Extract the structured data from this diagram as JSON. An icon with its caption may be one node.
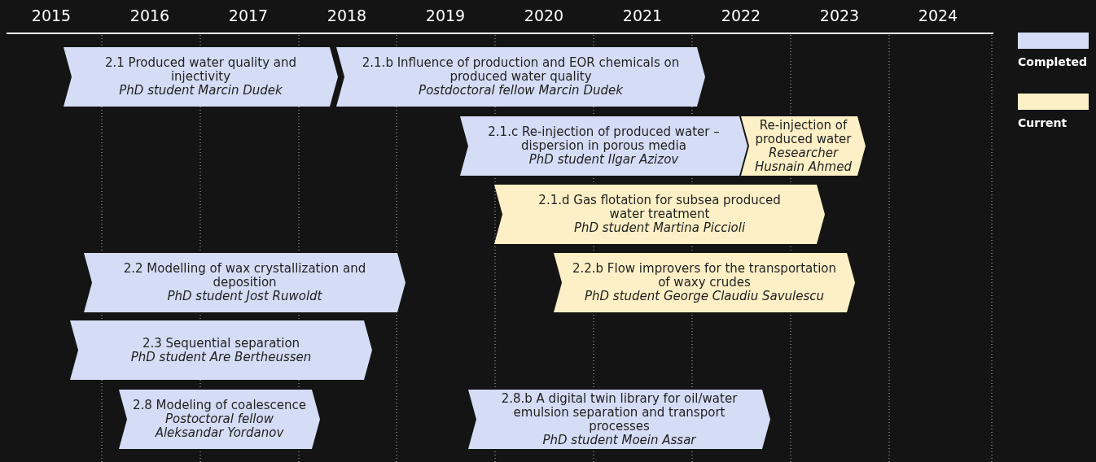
{
  "diagram": {
    "nodes": [
      {
        "text": [
          "2.1 Produced water quality and injectivity",
          "PhD student Marcin Dudek"
        ]
      },
      {
        "text": [
          "2.1.b Influence of production and EOR chemicals on produced water quality",
          "Postdoctoral fellow Marcin Dudek"
        ]
      },
      {
        "text": [
          "2.1.c Re-injection of produced water – dispersion in porous media",
          "PhD student Ilgar Azizov"
        ]
      },
      {
        "text": [
          "Re-injection of produced water",
          "Researcher Husnain Ahmed"
        ]
      },
      {
        "text": [
          "2.1.d Gas flotation for subsea produced water treatment",
          "PhD student Martina Piccioli"
        ]
      },
      {
        "text": [
          "2.2 Modelling of wax crystallization and deposition",
          "PhD student Jost Ruwoldt"
        ]
      },
      {
        "text": [
          "2.2.b Flow improvers for the transportation of waxy crudes",
          "PhD student George Claudiu Savulescu"
        ]
      },
      {
        "text": [
          "2.3 Sequential separation",
          "PhD student Are Bertheussen"
        ]
      },
      {
        "text": [
          "2.8 Modeling of coalescence",
          "Postoctoral fellow Aleksandar Yordanov"
        ]
      },
      {
        "text": [
          "2.8.b A digital twin library for oil/water emulsion separation and transport processes",
          "PhD student Moein Assar"
        ]
      }
    ],
    "labels": [
      "2015",
      "2016",
      "2017",
      "2018",
      "2019",
      "2020",
      "2021",
      "2022",
      "2023",
      "2024"
    ],
    "legend": [
      {
        "text": "Completed",
        "color": "#d4ddf5"
      },
      {
        "text": "Current",
        "color": "#fdf0c6"
      }
    ]
  }
}
